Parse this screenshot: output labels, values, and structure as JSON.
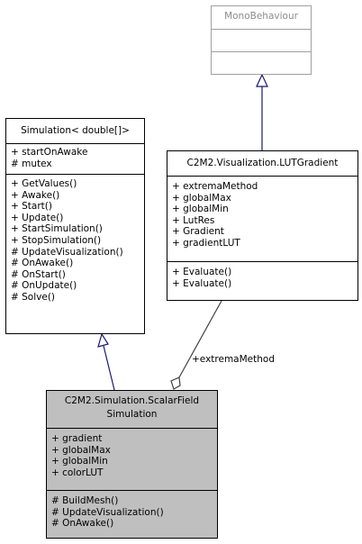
{
  "mono": {
    "name": "MonoBehaviour"
  },
  "simulation": {
    "name": "Simulation< double[]>",
    "attributes": [
      "+ startOnAwake",
      "# mutex"
    ],
    "methods": [
      "+ GetValues()",
      "+ Awake()",
      "+ Start()",
      "+ Update()",
      "+ StartSimulation()",
      "+ StopSimulation()",
      "# UpdateVisualization()",
      "# OnAwake()",
      "# OnStart()",
      "# OnUpdate()",
      "# Solve()"
    ]
  },
  "lut": {
    "name": "C2M2.Visualization.LUTGradient",
    "attributes": [
      "+ extremaMethod",
      "+ globalMax",
      "+ globalMin",
      "+ LutRes",
      "+ Gradient",
      "+ gradientLUT"
    ],
    "methods": [
      "+ Evaluate()",
      "+ Evaluate()"
    ]
  },
  "scalar": {
    "name_line1": "C2M2.Simulation.ScalarField",
    "name_line2": "Simulation",
    "attributes": [
      "+ gradient",
      "+ globalMax",
      "+ globalMin",
      "+ colorLUT"
    ],
    "methods": [
      "# BuildMesh()",
      "# UpdateVisualization()",
      "# OnAwake()"
    ]
  },
  "edges": {
    "aggregation_label": "+extremaMethod"
  },
  "colors": {
    "inheritance_line": "#191970",
    "aggregation_line": "#404040",
    "focus_fill": "#bfbfbf",
    "external_border": "#a0a0a0"
  }
}
